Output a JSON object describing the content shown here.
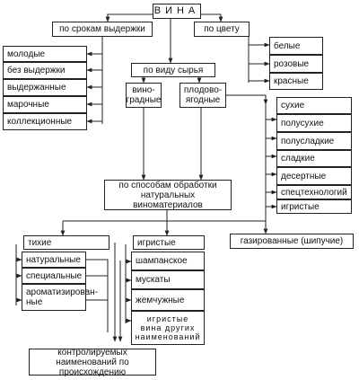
{
  "title": "ВИНА",
  "groups": {
    "aging": "по срокам выдержки",
    "color": "по цвету",
    "raw": "по виду сырья",
    "processing": "по способам обработки натуральных виноматериалов"
  },
  "aging_items": [
    "молодые",
    "без выдержки",
    "выдержанные",
    "марочные",
    "коллекционные"
  ],
  "color_items": [
    "белые",
    "розовые",
    "красные"
  ],
  "raw_items": [
    "вино-градные",
    "плодово-ягодные"
  ],
  "sugar_items": [
    "сухие",
    "полусухие",
    "полусладкие",
    "сладкие",
    "десертные",
    "спецтехнологий",
    "игристые"
  ],
  "still": {
    "header": "тихие",
    "items": [
      "натуральные",
      "специальные",
      "ароматизирован-ные"
    ]
  },
  "sparkling": {
    "header": "игристые",
    "items": [
      "шампанское",
      "мускаты",
      "жемчужные",
      "игристые вина других наименований"
    ]
  },
  "carbonated": "газированные (шипучие)",
  "controlled": "контролируемых наименований по происхождению"
}
